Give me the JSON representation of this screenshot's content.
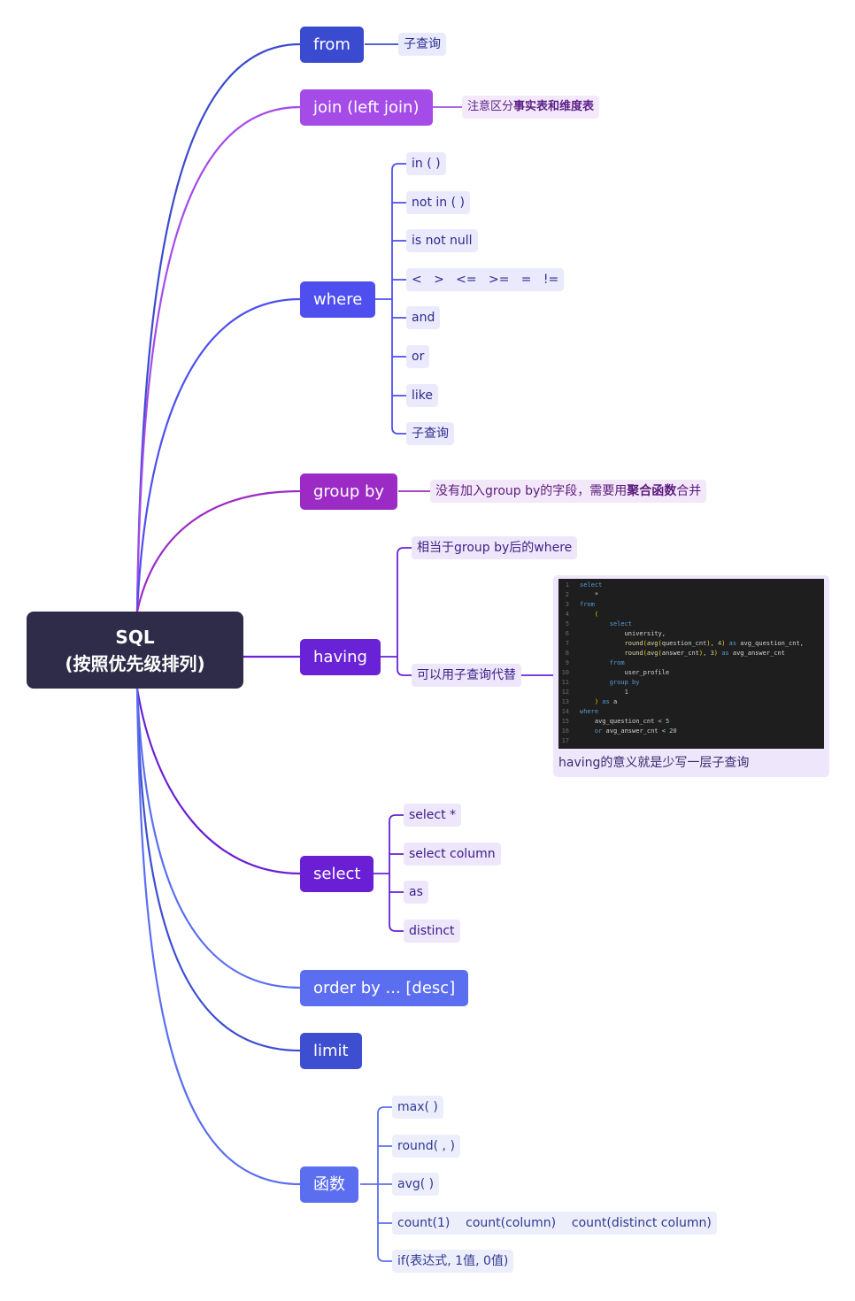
{
  "root": {
    "line1": "SQL",
    "line2": "(按照优先级排列)"
  },
  "branches": {
    "from": {
      "label": "from",
      "color": "#3b4bcf",
      "leaves": [
        "子查询"
      ]
    },
    "join": {
      "label": "join (left join)",
      "color": "#a54be8",
      "note_prefix": "注意区分",
      "note_bold1": "事实表",
      "note_mid": "和",
      "note_bold2": "维度表"
    },
    "where": {
      "label": "where",
      "color": "#4f4ff0",
      "leaves": [
        "in ( )",
        "not in ( )",
        "is not null",
        "<   >   <=   >=   =   !=",
        "and",
        "or",
        "like",
        "子查询"
      ]
    },
    "groupby": {
      "label": "group by",
      "color": "#9b2bc4",
      "note_prefix": "没有加入group by的字段，需要用",
      "note_bold": "聚合函数",
      "note_suffix": "合并"
    },
    "having": {
      "label": "having",
      "color": "#6a22d6",
      "leaves": [
        "相当于group by后的where",
        "可以用子查询代替"
      ],
      "caption": "having的意义就是少写一层子查询"
    },
    "select": {
      "label": "select",
      "color": "#6a1fd4",
      "leaves": [
        "select *",
        "select column",
        "as",
        "distinct"
      ]
    },
    "orderby": {
      "label": "order by ... [desc]",
      "color": "#5b6ef0"
    },
    "limit": {
      "label": "limit",
      "color": "#3e4ed0"
    },
    "funcs": {
      "label": "函数",
      "color": "#5b6ef0",
      "leaves": [
        "max( )",
        "round( , )",
        "avg( )",
        "count(1)    count(column)    count(distinct column)",
        "if(表达式, 1值, 0值)"
      ]
    }
  },
  "code": {
    "lines": [
      {
        "n": "1",
        "t": "select"
      },
      {
        "n": "2",
        "t": "    *"
      },
      {
        "n": "3",
        "t": "from"
      },
      {
        "n": "4",
        "t": "    ("
      },
      {
        "n": "5",
        "t": "        select"
      },
      {
        "n": "6",
        "t": "            university,"
      },
      {
        "n": "7",
        "t": "            round(avg(question_cnt), 4) as avg_question_cnt,"
      },
      {
        "n": "8",
        "t": "            round(avg(answer_cnt), 3) as avg_answer_cnt"
      },
      {
        "n": "9",
        "t": "        from"
      },
      {
        "n": "10",
        "t": "            user_profile"
      },
      {
        "n": "11",
        "t": "        group by"
      },
      {
        "n": "12",
        "t": "            1"
      },
      {
        "n": "13",
        "t": "    ) as a"
      },
      {
        "n": "14",
        "t": "where"
      },
      {
        "n": "15",
        "t": "    avg_question_cnt < 5"
      },
      {
        "n": "16",
        "t": "    or avg_answer_cnt < 20"
      },
      {
        "n": "17",
        "t": ""
      }
    ]
  }
}
